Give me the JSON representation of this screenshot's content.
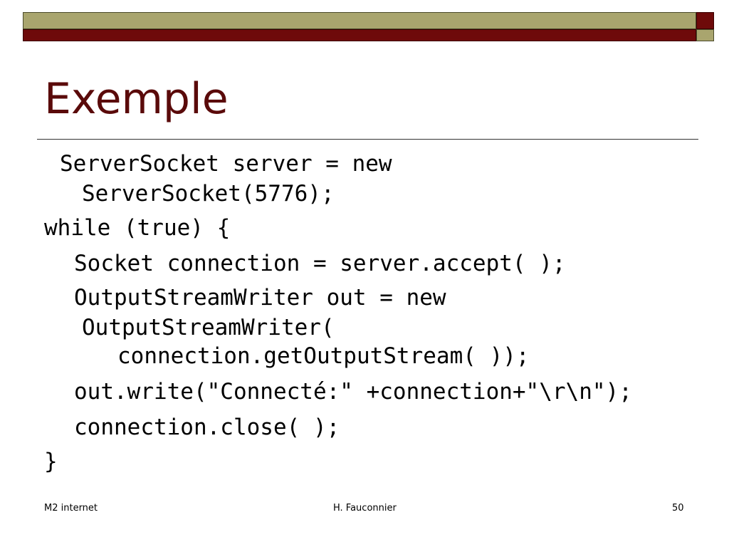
{
  "slide": {
    "title": "Exemple",
    "code_lines": [
      "ServerSocket server = new",
      "ServerSocket(5776);",
      "while (true) {",
      "Socket connection = server.accept( );",
      "OutputStreamWriter out = new",
      "OutputStreamWriter(",
      "connection.getOutputStream( ));",
      "out.write(\"Connecté:\" +connection+\"\\r\\n\");",
      "connection.close( );",
      "}"
    ],
    "footer": {
      "left": "M2 internet",
      "center": "H. Fauconnier",
      "page_number": "50"
    },
    "colors": {
      "accent_maroon": "#6e0a0a",
      "accent_olive": "#a9a56e",
      "title_color": "#5a0a0a"
    }
  }
}
